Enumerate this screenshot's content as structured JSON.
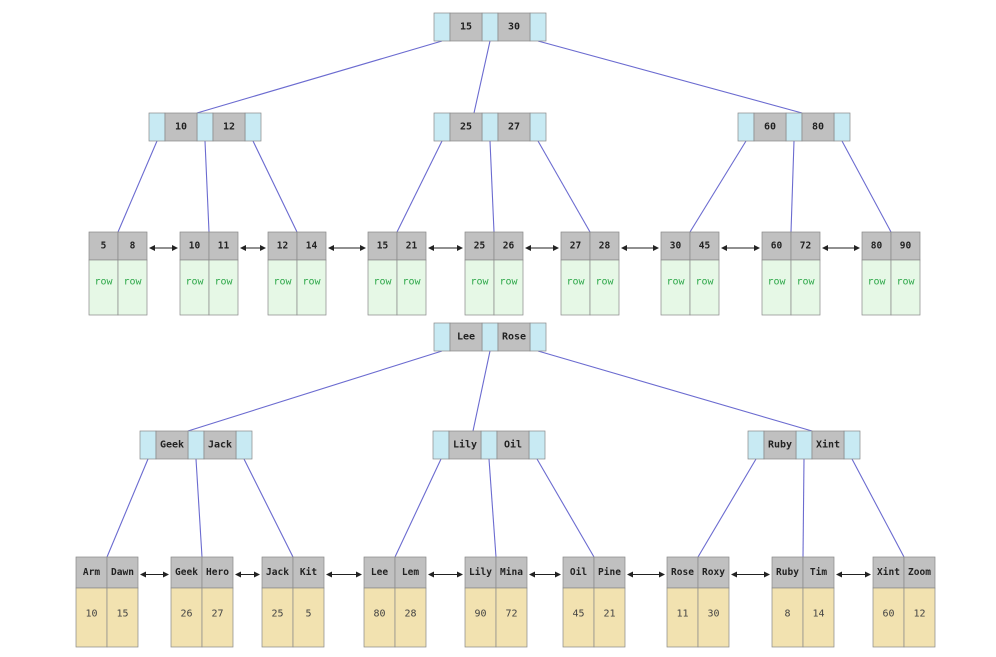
{
  "colors": {
    "pointer": "#c8eaf3",
    "key": "#c0c0c0",
    "key_stroke": "#888888",
    "edge": "#6b6bd0",
    "row_fill": "#e6f8e6",
    "row_text": "#2ea84a",
    "leaf_fill": "#f2e2b0",
    "leaf_text": "#444444",
    "arrow": "#222222"
  },
  "tree1": {
    "root": [
      "15",
      "30"
    ],
    "internal": [
      [
        "10",
        "12"
      ],
      [
        "25",
        "27"
      ],
      [
        "60",
        "80"
      ]
    ],
    "leaves": [
      {
        "keys": [
          "5",
          "8"
        ],
        "values": [
          "row",
          "row"
        ]
      },
      {
        "keys": [
          "10",
          "11"
        ],
        "values": [
          "row",
          "row"
        ]
      },
      {
        "keys": [
          "12",
          "14"
        ],
        "values": [
          "row",
          "row"
        ]
      },
      {
        "keys": [
          "15",
          "21"
        ],
        "values": [
          "row",
          "row"
        ]
      },
      {
        "keys": [
          "25",
          "26"
        ],
        "values": [
          "row",
          "row"
        ]
      },
      {
        "keys": [
          "27",
          "28"
        ],
        "values": [
          "row",
          "row"
        ]
      },
      {
        "keys": [
          "30",
          "45"
        ],
        "values": [
          "row",
          "row"
        ]
      },
      {
        "keys": [
          "60",
          "72"
        ],
        "values": [
          "row",
          "row"
        ]
      },
      {
        "keys": [
          "80",
          "90"
        ],
        "values": [
          "row",
          "row"
        ]
      }
    ]
  },
  "tree2": {
    "root": [
      "Lee",
      "Rose"
    ],
    "internal": [
      [
        "Geek",
        "Jack"
      ],
      [
        "Lily",
        "Oil"
      ],
      [
        "Ruby",
        "Xint"
      ]
    ],
    "leaves": [
      {
        "keys": [
          "Arm",
          "Dawn"
        ],
        "values": [
          "10",
          "15"
        ]
      },
      {
        "keys": [
          "Geek",
          "Hero"
        ],
        "values": [
          "26",
          "27"
        ]
      },
      {
        "keys": [
          "Jack",
          "Kit"
        ],
        "values": [
          "25",
          "5"
        ]
      },
      {
        "keys": [
          "Lee",
          "Lem"
        ],
        "values": [
          "80",
          "28"
        ]
      },
      {
        "keys": [
          "Lily",
          "Mina"
        ],
        "values": [
          "90",
          "72"
        ]
      },
      {
        "keys": [
          "Oil",
          "Pine"
        ],
        "values": [
          "45",
          "21"
        ]
      },
      {
        "keys": [
          "Rose",
          "Roxy"
        ],
        "values": [
          "11",
          "30"
        ]
      },
      {
        "keys": [
          "Ruby",
          "Tim"
        ],
        "values": [
          "8",
          "14"
        ]
      },
      {
        "keys": [
          "Xint",
          "Zoom"
        ],
        "values": [
          "60",
          "12"
        ]
      }
    ]
  }
}
